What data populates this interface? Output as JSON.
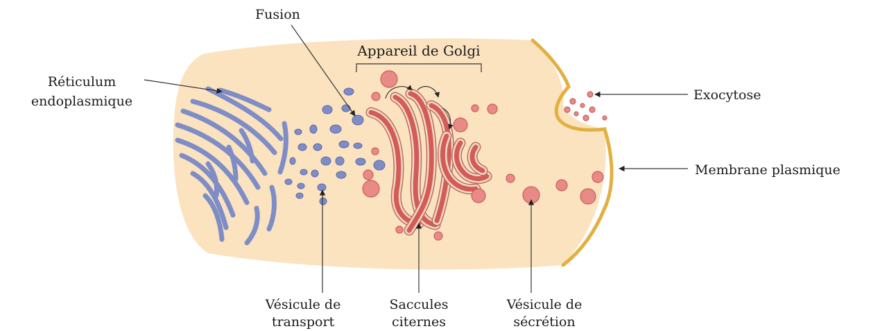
{
  "labels": {
    "fusion": "Fusion",
    "golgi": "Appareil de Golgi",
    "reticulum_line1": "Réticulum",
    "reticulum_line2": "endoplasmique",
    "exocytose": "Exocytose",
    "membrane": "Membrane plasmique",
    "transport_line1": "Vésicule de",
    "transport_line2": "transport",
    "saccules_line1": "Saccules",
    "saccules_line2": "citernes",
    "secretion_line1": "Vésicule de",
    "secretion_line2": "sécrétion"
  },
  "colors": {
    "cytoplasm": "#fbe3c0",
    "membrane": "#e2b041",
    "reticulum": "#7f8dc6",
    "golgi": "#d45c56",
    "secretion_vesicle": "#e88a86"
  }
}
